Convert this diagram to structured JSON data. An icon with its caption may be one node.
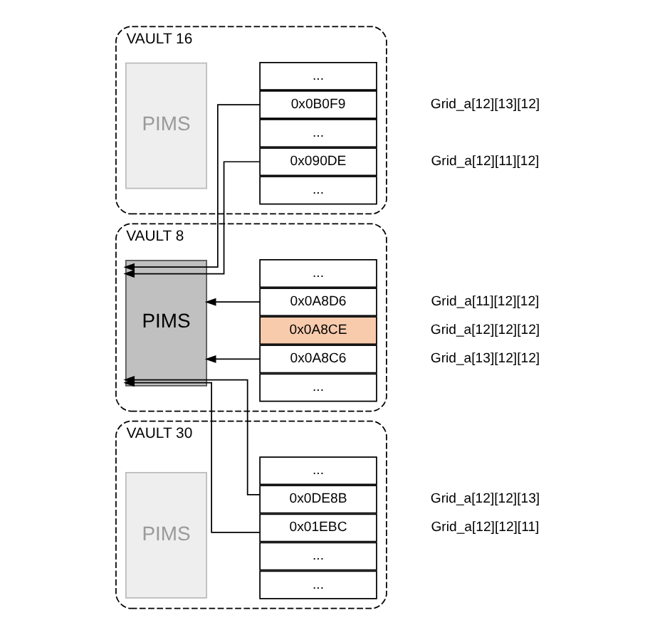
{
  "diagram": {
    "nodes": [
      {
        "text": [
          "VAULT 8"
        ]
      },
      {
        "text": [
          "PIMS"
        ],
        "in": 0
      },
      {
        "text": [
          "..."
        ],
        "in": 0
      },
      {
        "text": [
          "0x0A8D6"
        ],
        "in": 0,
        "beside": [
          "Grid_a[11][12][12]"
        ]
      },
      {
        "text": [
          "0x0A8CE"
        ],
        "in": 0,
        "beside": [
          "Grid_a[12][12][12]"
        ]
      },
      {
        "text": [
          "0x0A8C6"
        ],
        "in": 0,
        "beside": [
          "Grid_a[13][12][12]"
        ]
      },
      {
        "text": [
          "..."
        ],
        "in": 0
      },
      {
        "text": [
          "VAULT 16"
        ]
      },
      {
        "text": [
          "PIMS"
        ],
        "in": 7
      },
      {
        "text": [
          "..."
        ],
        "in": 7
      },
      {
        "text": [
          "0x0B0F9"
        ],
        "in": 7,
        "beside": [
          "Grid_a[12][13][12]"
        ]
      },
      {
        "text": [
          "..."
        ],
        "in": 7
      },
      {
        "text": [
          "0x090DE"
        ],
        "in": 7,
        "beside": [
          "Grid_a[12][11][12]"
        ]
      },
      {
        "text": [
          "..."
        ],
        "in": 7
      },
      {
        "text": [
          "VAULT 30"
        ]
      },
      {
        "text": [
          "PIMS"
        ],
        "in": 14
      },
      {
        "text": [
          "..."
        ],
        "in": 14
      },
      {
        "text": [
          "0x0DE8B"
        ],
        "in": 14,
        "beside": [
          "Grid_a[12][12][13]"
        ]
      },
      {
        "text": [
          "..."
        ],
        "in": 14
      },
      {
        "text": [
          "0x01EBC"
        ],
        "in": 14,
        "beside": [
          "Grid_a[12][12][11]"
        ]
      },
      {
        "text": [
          "..."
        ],
        "in": 14
      }
    ],
    "edges": [
      {
        "from": 3,
        "to": 1,
        "arrow": "to"
      },
      {
        "from": 5,
        "to": 1,
        "arrow": "to"
      },
      {
        "from": 10,
        "to": 1,
        "arrow": "to"
      },
      {
        "from": 12,
        "to": 1,
        "arrow": "to"
      },
      {
        "from": 17,
        "to": 1,
        "arrow": "to"
      },
      {
        "from": 19,
        "to": 1,
        "arrow": "to"
      }
    ]
  }
}
